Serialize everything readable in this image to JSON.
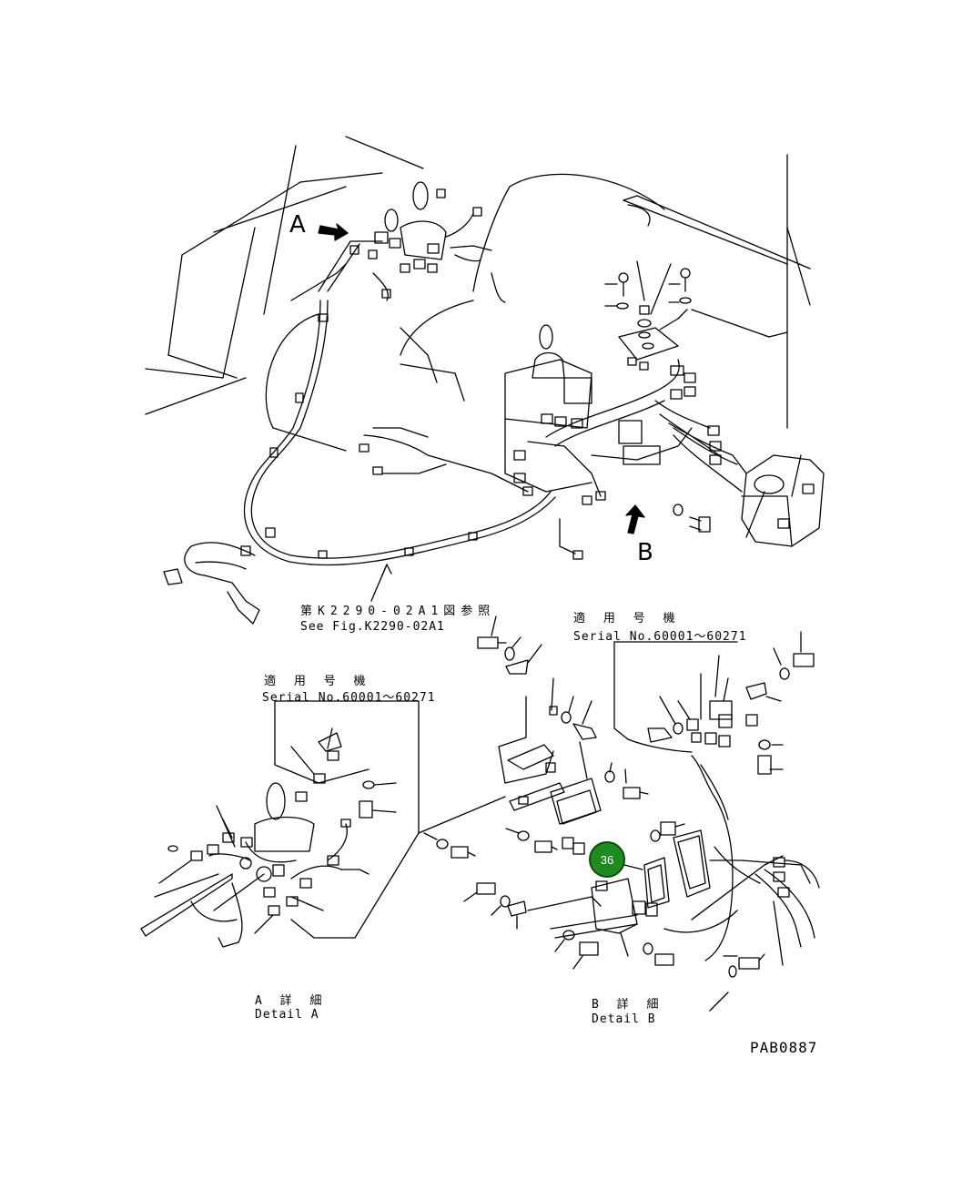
{
  "labels": {
    "view_a": "A",
    "view_b": "B",
    "ref_jp": "第K2290-02A1図参照",
    "ref_en": "See Fig.K2290-02A1",
    "serial_right_jp": "適 用 号 機",
    "serial_right_en": "Serial No.60001～60271",
    "serial_left_jp": "適 用 号 機",
    "serial_left_en": "Serial No.60001～60271",
    "detail_a_jp": "A 詳 細",
    "detail_a_en": "Detail A",
    "detail_b_jp": "B 詳 細",
    "detail_b_en": "Detail B",
    "drawing_code": "PAB0887"
  },
  "callouts": [
    {
      "id": "36",
      "color": "#1f8a1f"
    }
  ]
}
